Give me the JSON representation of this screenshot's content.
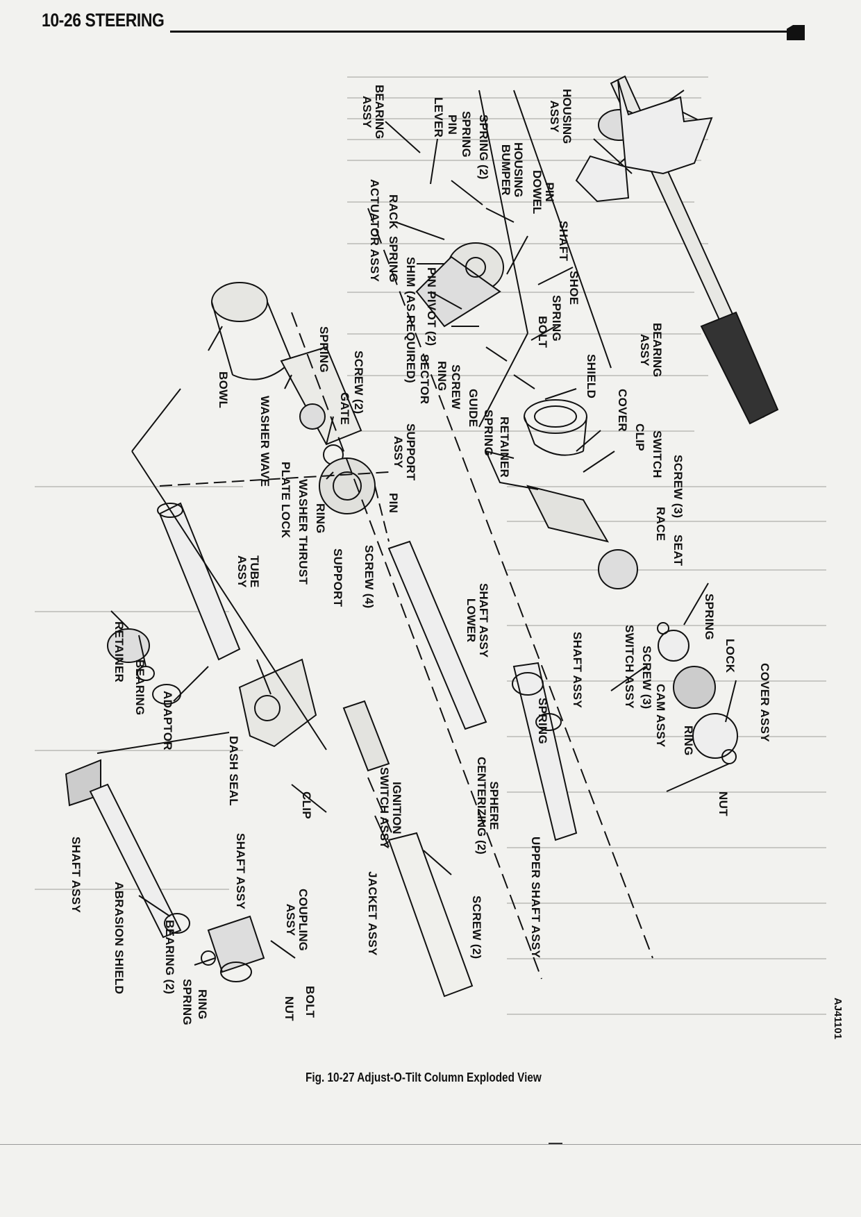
{
  "header": {
    "title": "10-26 STEERING"
  },
  "labels": {
    "housing_assy": "HOUSING\nASSY",
    "bearing_assy_top": "BEARING\nASSY",
    "lever": "LEVER",
    "pin": "PIN",
    "spring_top": "SPRING",
    "spring_2": "SPRING (2)",
    "housing_bumper": "HOUSING\nBUMPER",
    "pin_dowel": "PIN\nDOWEL",
    "shaft": "SHAFT",
    "shoe": "SHOE",
    "spring_shoe": "SPRING",
    "bolt": "BOLT",
    "bearing_assy_right": "BEARING\nASSY",
    "shield": "SHIELD",
    "rack": "RACK",
    "actuator_assy": "ACTUATOR ASSY",
    "spring_rack": "SPRING",
    "shim": "SHIM (AS REQUIRED)",
    "pin_pivot": "PIN PIVOT (2)",
    "ring_mid": "RING",
    "sector": "SECTOR",
    "screw_mid": "SCREW",
    "guide": "GUIDE",
    "spring_guide": "SPRING",
    "retainer_top": "RETAINER",
    "cover": "COVER",
    "clip_top": "CLIP",
    "switch": "SWITCH",
    "screw_3_top": "SCREW (3)",
    "race": "RACE",
    "seat": "SEAT",
    "spring_right": "SPRING",
    "lock": "LOCK",
    "cover_assy": "COVER ASSY",
    "switch_assy": "SWITCH ASSY",
    "screw_3_low": "SCREW (3)",
    "cam_assy": "CAM ASSY",
    "ring_right": "RING",
    "nut_right": "NUT",
    "spring_bowl": "SPRING",
    "bowl": "BOWL",
    "screw_2": "SCREW (2)",
    "gate": "GATE",
    "support_assy": "SUPPORT\nASSY",
    "pin_support": "PIN",
    "washer_wave": "WASHER WAVE",
    "plate_lock": "PLATE LOCK",
    "washer_thrust": "WASHER THRUST",
    "ring_washer": "RING",
    "support": "SUPPORT",
    "screw_4": "SCREW (4)",
    "tube_assy": "TUBE\nASSY",
    "shaft_assy_lower": "SHAFT ASSY\nLOWER",
    "shaft_assy_mid": "SHAFT ASSY",
    "spring_shaft": "SPRING",
    "sphere_centerizing": "SPHERE\nCENTERIZING (2)",
    "upper_shaft_assy": "UPPER SHAFT ASSY",
    "screw_2_low": "SCREW (2)",
    "retainer_low": "RETAINER",
    "bearing_low": "BEARING",
    "adaptor": "ADAPTOR",
    "dash_seal": "DASH SEAL",
    "ignition_switch": "IGNITION\nSWITCH ASSY",
    "clip_low": "CLIP",
    "shaft_assy_bottom": "SHAFT ASSY",
    "shaft_assy_left": "SHAFT ASSY",
    "abrasion_shield": "ABRASION SHIELD",
    "coupling_assy": "COUPLING\nASSY",
    "jacket_assy": "JACKET ASSY",
    "bearing_2": "BEARING (2)",
    "spring_bottom": "SPRING",
    "ring_bottom": "RING",
    "nut_bottom": "NUT",
    "bolt_bottom": "BOLT"
  },
  "figure_id": "AJ41101",
  "caption": "Fig. 10-27 Adjust-O-Tilt Column Exploded View"
}
